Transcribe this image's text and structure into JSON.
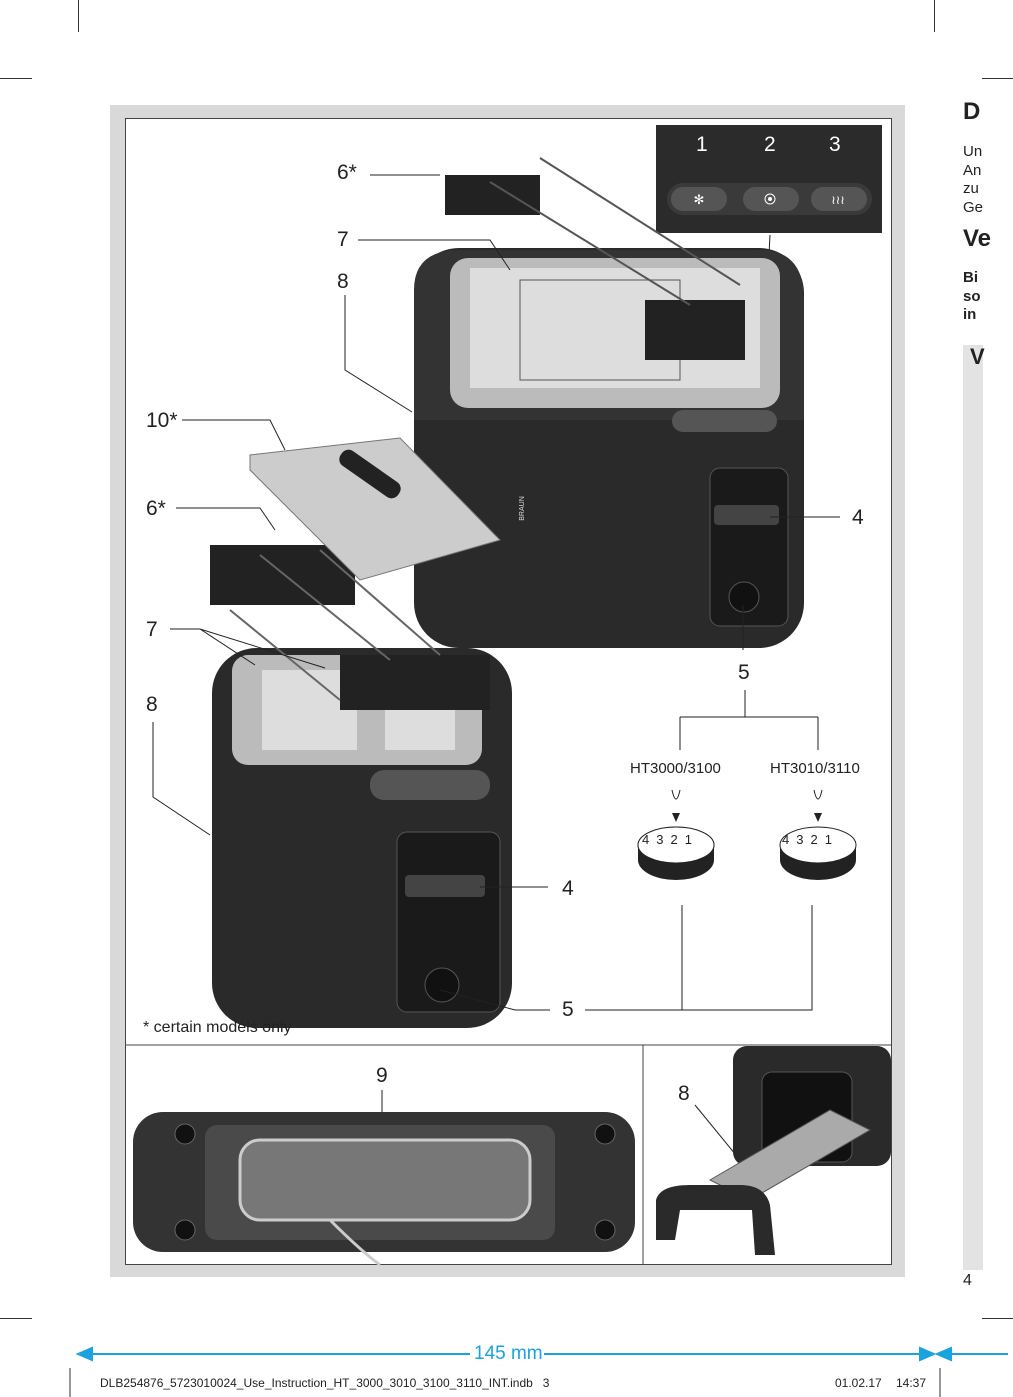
{
  "figure": {
    "labels": {
      "l1": "1",
      "l2": "2",
      "l3": "3",
      "l4a": "4",
      "l4b": "4",
      "l5a": "5",
      "l5b": "5",
      "l6a": "6*",
      "l6b": "6*",
      "l7a": "7",
      "l7b": "7",
      "l8a": "8",
      "l8b": "8",
      "l8c": "8",
      "l9": "9",
      "l10": "10*"
    },
    "models": {
      "left": "HT3000/3100",
      "right": "HT3010/3110"
    },
    "dial_left": [
      "4",
      "3",
      "2",
      "1"
    ],
    "dial_right": [
      "4",
      "3",
      "2",
      "1"
    ],
    "footnote": "* certain models only",
    "brand": "BRAUN"
  },
  "right_column": {
    "heading": "D",
    "para": [
      "Un",
      "An",
      "zu",
      "Ge"
    ],
    "heading2": "Ve",
    "bold": [
      "Bi",
      "so",
      "in"
    ],
    "box_heading": "V",
    "page_number": "4"
  },
  "trim": {
    "width_label": "145 mm",
    "slug": "DLB254876_5723010024_Use_Instruction_HT_3000_3010_3100_3110_INT.indb   3",
    "date": "01.02.17",
    "time": "14:37"
  },
  "colors": {
    "dimension": "#1aa3dc",
    "toaster": "#2a2a2a"
  }
}
